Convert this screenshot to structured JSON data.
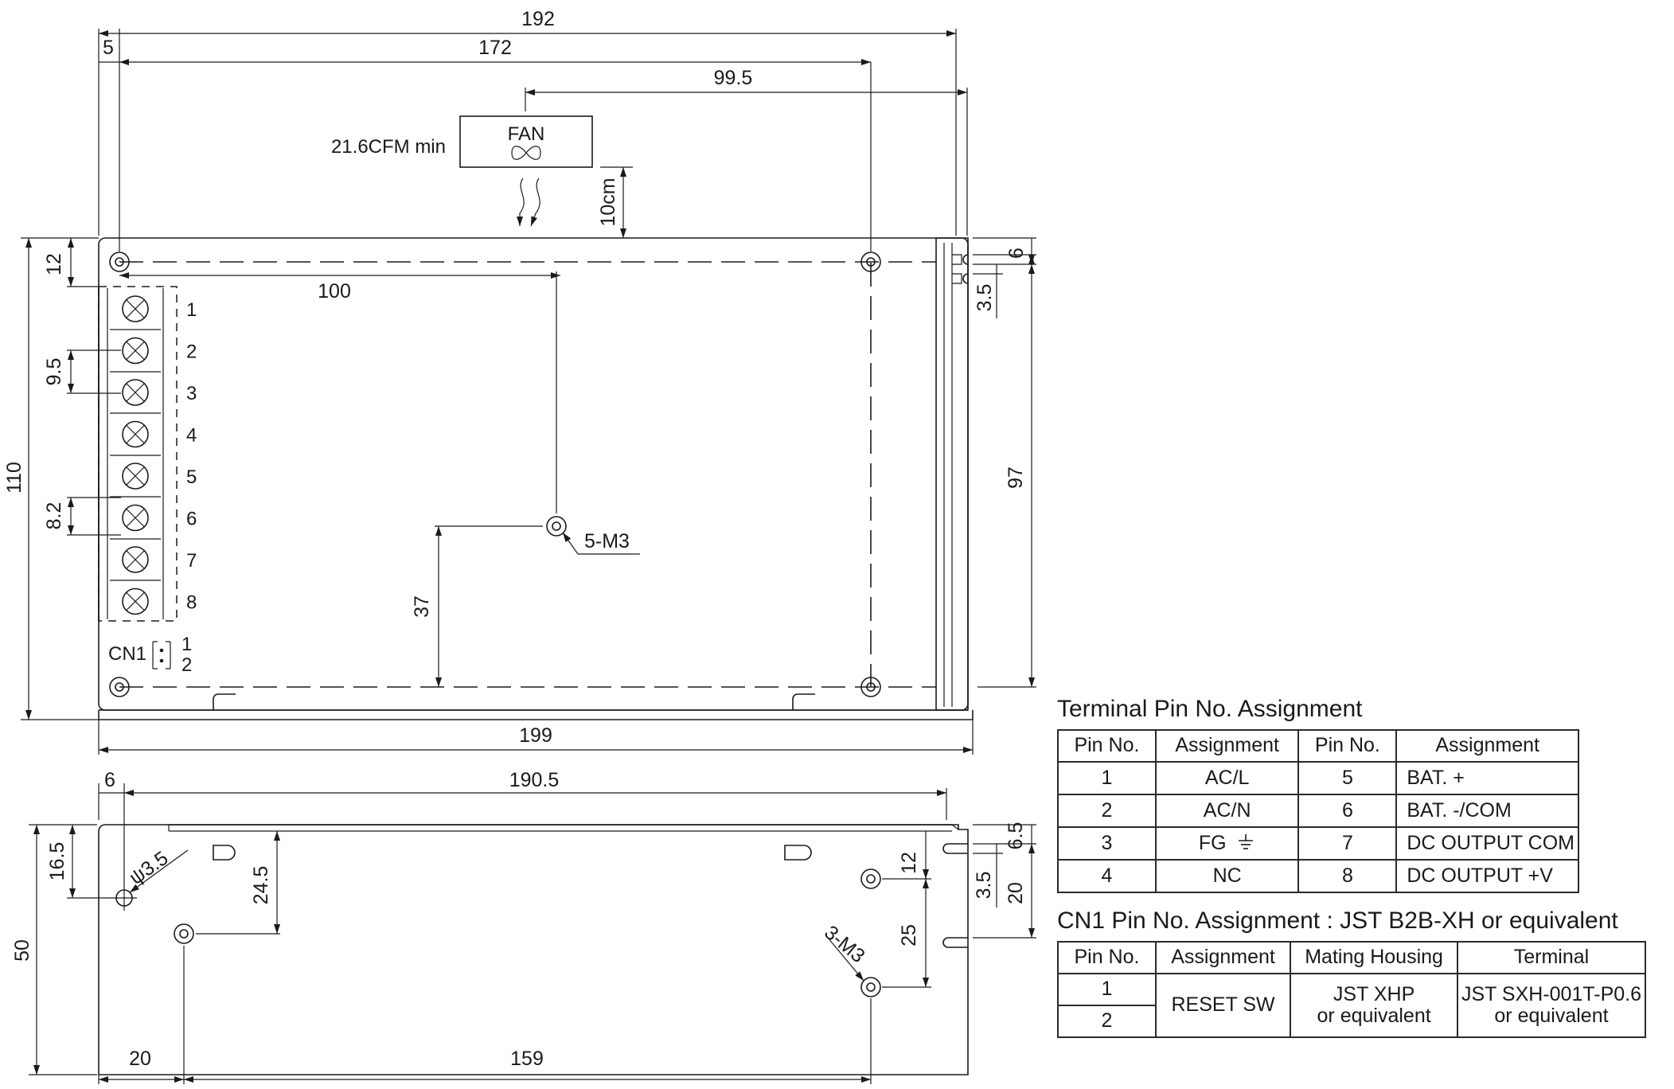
{
  "top_view": {
    "dimensions": {
      "overall_width": "192",
      "hole_span": "172",
      "left_offset": "5",
      "fan_offset": "99.5",
      "fan_clearance": "10cm",
      "height": "110",
      "top_hole": "12",
      "terminal_pitch": "9.5",
      "pitch_small": "8.2",
      "center_x": "100",
      "center_y": "37",
      "base_width": "199",
      "slot_width": "6",
      "slot_offset": "3.5",
      "hole_span_v": "97"
    },
    "fan": {
      "label": "FAN",
      "airflow": "21.6CFM min"
    },
    "screw_label": "5-M3",
    "terminal_numbers": [
      "1",
      "2",
      "3",
      "4",
      "5",
      "6",
      "7",
      "8"
    ],
    "cn1": {
      "label": "CN1",
      "pins": [
        "1",
        "2"
      ]
    }
  },
  "side_view": {
    "dimensions": {
      "left_offset": "6",
      "width": "190.5",
      "hole_height": "16.5",
      "hole_dia": "ψ3.5",
      "screw_height": "24.5",
      "height": "50",
      "screw_top": "12",
      "slot_top": "6.5",
      "slot_offset": "3.5",
      "slot_span": "20",
      "screw_span": "25",
      "bottom_left": "20",
      "bottom_span": "159"
    },
    "screw_label": "3-M3"
  },
  "terminal_table": {
    "title": "Terminal Pin No.  Assignment",
    "headers": [
      "Pin No.",
      "Assignment",
      "Pin No.",
      "Assignment"
    ],
    "rows": [
      [
        "1",
        "AC/L",
        "5",
        "BAT. +"
      ],
      [
        "2",
        "AC/N",
        "6",
        "BAT. -/COM"
      ],
      [
        "3",
        "FG",
        "7",
        "DC OUTPUT COM"
      ],
      [
        "4",
        "NC",
        "8",
        "DC OUTPUT +V"
      ]
    ]
  },
  "cn1_table": {
    "title": "CN1 Pin No.  Assignment : JST B2B-XH or equivalent",
    "headers": [
      "Pin No.",
      "Assignment",
      "Mating Housing",
      "Terminal"
    ],
    "pins": [
      "1",
      "2"
    ],
    "assignment": "RESET SW",
    "housing_line1": "JST XHP",
    "housing_line2": "or equivalent",
    "terminal_line1": "JST SXH-001T-P0.6",
    "terminal_line2": "or equivalent"
  }
}
